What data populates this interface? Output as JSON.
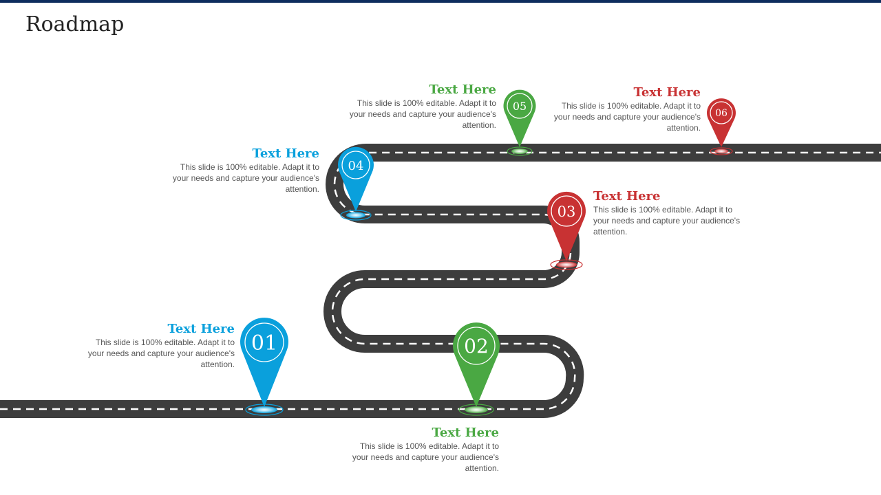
{
  "title": "Roadmap",
  "colors": {
    "blue": "#0aa0dc",
    "green": "#4aa843",
    "red": "#c83233",
    "road": "#3d3d3d",
    "topbar": "#0e2d5e"
  },
  "milestones": [
    {
      "number": "01",
      "color": "blue",
      "heading": "Text Here",
      "body": "This slide is 100% editable. Adapt it to your needs and capture your audience's attention."
    },
    {
      "number": "02",
      "color": "green",
      "heading": "Text Here",
      "body": "This slide is 100% editable. Adapt it to your needs and capture your audience's attention."
    },
    {
      "number": "03",
      "color": "red",
      "heading": "Text Here",
      "body": "This slide is 100% editable. Adapt it to your needs and capture your audience's attention."
    },
    {
      "number": "04",
      "color": "blue",
      "heading": "Text Here",
      "body": "This slide is 100% editable. Adapt it to your needs and capture your audience's attention."
    },
    {
      "number": "05",
      "color": "green",
      "heading": "Text Here",
      "body": "This slide is 100% editable. Adapt it to your needs and capture your audience's attention."
    },
    {
      "number": "06",
      "color": "red",
      "heading": "Text Here",
      "body": "This slide is 100% editable. Adapt it to your needs and capture your audience's attention."
    }
  ]
}
